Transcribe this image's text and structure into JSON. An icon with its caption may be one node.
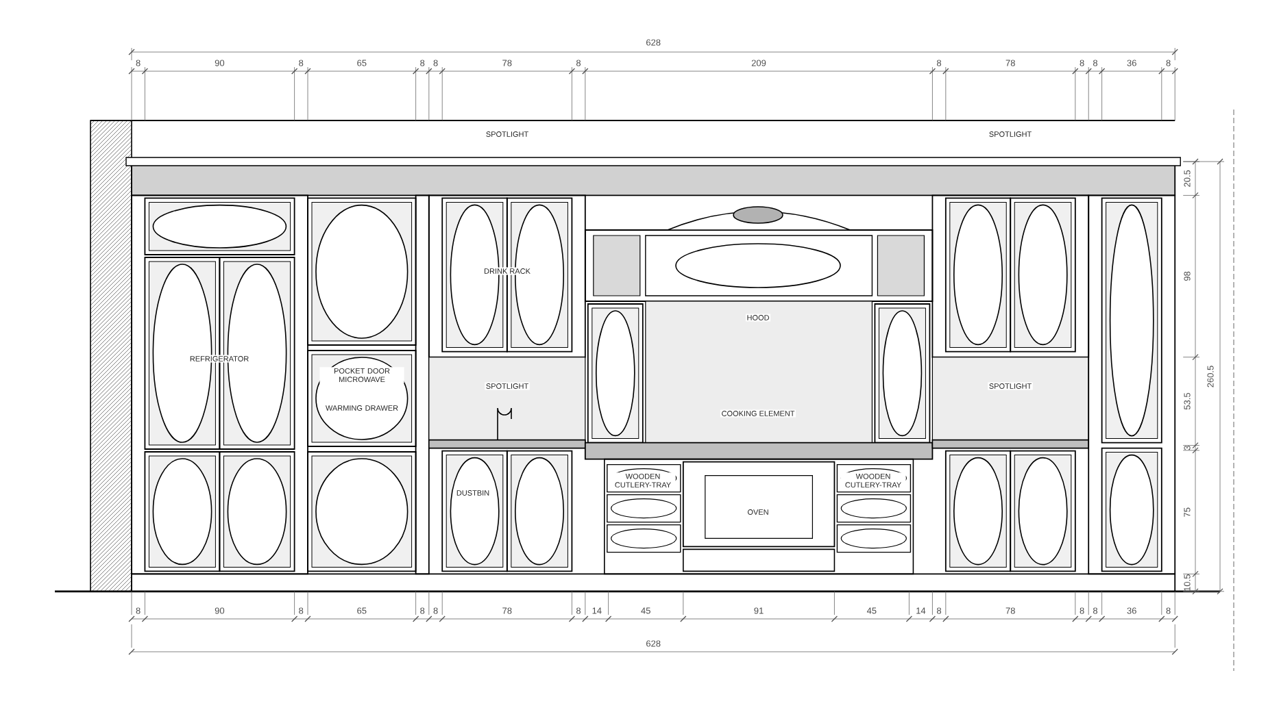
{
  "diagram": {
    "labels": [
      "628",
      "8",
      "90",
      "8",
      "65",
      "8",
      "8",
      "78",
      "8",
      "209",
      "8",
      "78",
      "8",
      "8",
      "36",
      "8",
      "SPOTLIGHT",
      "SPOTLIGHT",
      "20.5",
      "DRINK RACK",
      "HOOD",
      "98",
      "REFRIGERATOR",
      "POCKET DOOR MICROWAVE",
      "260.5",
      "WARMING DRAWER",
      "SPOTLIGHT",
      "SPOTLIGHT",
      "53.5",
      "COOKING ELEMENT",
      "3",
      "WOODEN CUTLERY-TRAY",
      "WOODEN CUTLERY-TRAY",
      "DUSTBIN",
      "75",
      "OVEN",
      "10.5",
      "8",
      "90",
      "8",
      "65",
      "8",
      "8",
      "78",
      "8",
      "14",
      "45",
      "91",
      "45",
      "14",
      "8",
      "78",
      "8",
      "8",
      "36",
      "8",
      "628"
    ]
  }
}
